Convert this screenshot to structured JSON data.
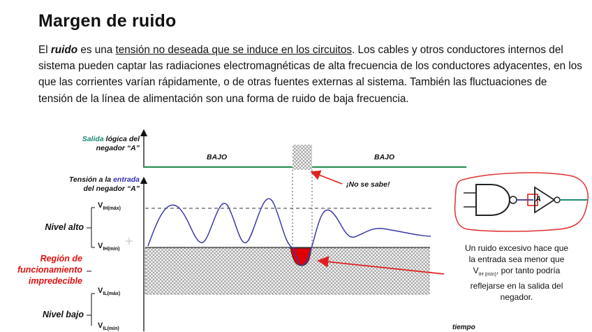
{
  "title": "Margen de ruido",
  "paragraph": {
    "p1": "El ",
    "keyword": "ruido",
    "p2": " es una ",
    "underlined": "tensión no deseada que se induce en los circuitos",
    "p3": ". Los cables y otros conductores internos del sistema pueden captar las radiaciones electromagnéticas de alta frecuencia de los conductores adyacentes, en los que las corrientes varían rápidamente, o de otras fuentes externas al sistema. También las fluctuaciones de tensión de la línea de alimentación son una forma de ruido de baja frecuencia."
  },
  "diagram": {
    "output_label": {
      "word_colored": "Salida",
      "rest_line1": " lógica del",
      "line2": "negador “A”"
    },
    "input_label": {
      "line1": "Tensión a la ",
      "word_colored": "entrada",
      "line2": "del negador “A”"
    },
    "bajo_left": "BAJO",
    "bajo_right": "BAJO",
    "unknown": "¡No se sabe!",
    "vih_max": {
      "main": "V",
      "sub": "IH(máx)"
    },
    "vih_min": {
      "main": "V",
      "sub": "IH(mín)"
    },
    "vil_max": {
      "main": "V",
      "sub": "IL(máx)"
    },
    "vil_min": {
      "main": "V",
      "sub": "IL(mín)"
    },
    "nivel_alto": "Nivel alto",
    "nivel_bajo": "Nivel bajo",
    "region": {
      "line1": "Región de",
      "line2": "funcionamiento",
      "line3": "impredecible"
    },
    "gate_label": "A",
    "time_label": "tiempo",
    "note": {
      "line1": "Un ruido excesivo hace que",
      "line2": "la entrada sea menor que",
      "v_main": "V",
      "v_sub": "IH (mín)",
      "v_rest": ", por tanto podría",
      "line4": "reflejarse en la salida del",
      "line5": "negador."
    },
    "colors": {
      "output_line": "#1f8a4a",
      "signal": "#3a3aa8",
      "region_label": "#e01010",
      "annotation_red": "#e02020",
      "teal_word": "#1a8a72"
    }
  }
}
